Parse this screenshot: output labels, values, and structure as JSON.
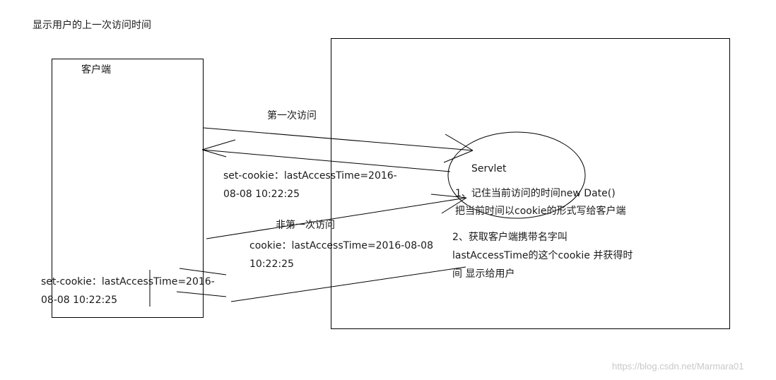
{
  "title": "显示用户的上一次访问时间",
  "client": {
    "label": "客户端"
  },
  "server": {
    "servlet_label": "Servlet"
  },
  "first_visit": {
    "label": "第一次访问",
    "response_line1": "set-cookie：lastAccessTime=2016-",
    "response_line2": "08-08 10:22:25"
  },
  "non_first_visit": {
    "label": "非第一次访问",
    "cookie_line1": "cookie：lastAccessTime=2016-08-08",
    "cookie_line2": "10:22:25",
    "response_line1": "set-cookie：lastAccessTime=2016-",
    "response_line2": "08-08 10:22:25"
  },
  "step1": {
    "line1": "1、记住当前访问的时间new Date()",
    "line2": "把当前时间以cookie的形式写给客户端"
  },
  "step2": {
    "line1": "2、获取客户端携带名字叫",
    "line2": "lastAccessTime的这个cookie 并获得时",
    "line3": "间 显示给用户"
  },
  "watermark": "https://blog.csdn.net/Marmara01"
}
